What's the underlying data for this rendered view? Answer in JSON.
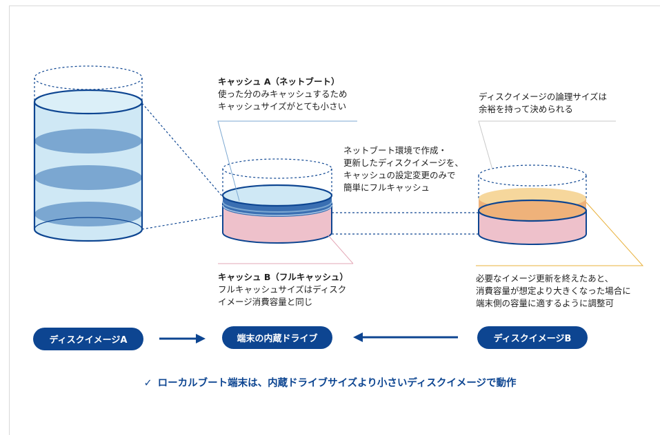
{
  "colors": {
    "navy": "#0d4591",
    "light_blue": "#cfe8f5",
    "mid_blue": "#7ba7d1",
    "pink": "#eec1cb",
    "orange": "#efb27a",
    "light_orange": "#f6d79c",
    "gold_line": "#e8b03a"
  },
  "annotations": {
    "cache_a": {
      "title": "キャッシュ A（ネットブート）",
      "lines": [
        "使った分のみキャッシュするため",
        "キャッシュサイズがとても小さい"
      ]
    },
    "logical_size": {
      "lines": [
        "ディスクイメージの論理サイズは",
        "余裕を持って決められる"
      ]
    },
    "netboot_env": {
      "lines": [
        "ネットブート環境で作成・",
        "更新したディスクイメージを、",
        "キャッシュの設定変更のみで",
        "簡単にフルキャッシュ"
      ]
    },
    "cache_b": {
      "title": "キャッシュ B（フルキャッシュ）",
      "lines": [
        "フルキャッシュサイズはディスク",
        "イメージ消費容量と同じ"
      ]
    },
    "adjust": {
      "lines": [
        "必要なイメージ更新を終えたあと、",
        "消費容量が想定より大きくなった場合に",
        "端末側の容量に適するように調整可"
      ]
    }
  },
  "flow": {
    "image_a": "ディスクイメージA",
    "internal_drive": "端末の内蔵ドライブ",
    "image_b": "ディスクイメージB"
  },
  "footer": {
    "check_icon": "check-icon",
    "note": "ローカルブート端末は、内蔵ドライブサイズより小さいディスクイメージで動作"
  }
}
